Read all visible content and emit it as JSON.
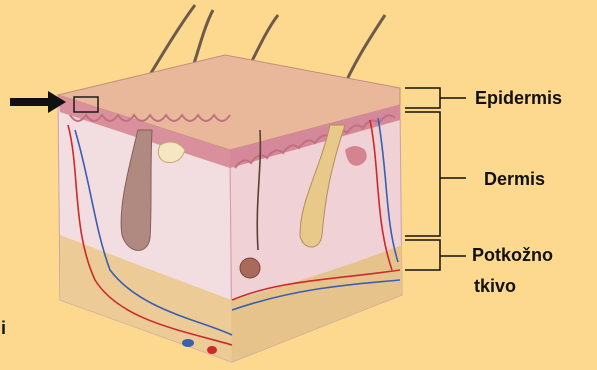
{
  "labels": {
    "epidermis": "Epidermis",
    "dermis": "Dermis",
    "subcutis_line1": "Potkožno",
    "subcutis_line2": "tkivo",
    "cut_left": "i"
  },
  "colors": {
    "background": "#fcd98e",
    "epidermis": "#e9b89a",
    "dermis": "#f2d7d8",
    "subcutis": "#ebc98e",
    "vessel_red": "#cc2a2a",
    "vessel_blue": "#3a5fb0",
    "arrow": "#111111"
  },
  "icons": {
    "pointer": "arrow-right-icon"
  }
}
